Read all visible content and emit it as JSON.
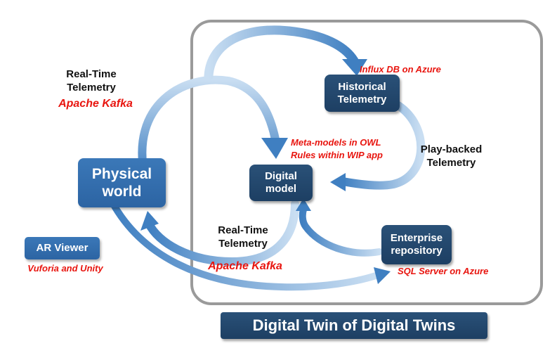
{
  "colors": {
    "frame": "#9a9a9a",
    "arrow_light": "#9dc3e6",
    "arrow_dark": "#3f7fc1",
    "box_dark": "#1f4266",
    "box_mid": "#2f6aab",
    "label_red": "#e8150f"
  },
  "boxes": {
    "physical_world": "Physical world",
    "historical_telemetry": "Historical Telemetry",
    "digital_model": "Digital model",
    "enterprise_repository": "Enterprise repository",
    "ar_viewer": "AR Viewer",
    "footer": "Digital Twin of Digital Twins"
  },
  "labels": {
    "rt_telemetry_top": "Real-Time Telemetry",
    "kafka_top": "Apache Kafka",
    "influx": "Influx DB on Azure",
    "meta_models": "Meta-models in OWL",
    "rules": "Rules within WIP app",
    "playbacked": "Play-backed Telemetry",
    "rt_telemetry_bottom": "Real-Time Telemetry",
    "kafka_bottom": "Apache Kafka",
    "vuforia": "Vuforia and Unity",
    "sql_server": "SQL Server on Azure"
  }
}
